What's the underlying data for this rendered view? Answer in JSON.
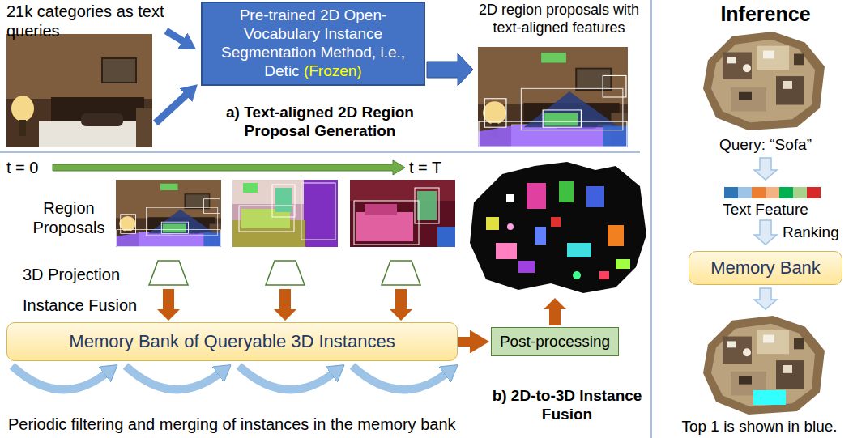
{
  "diagram": {
    "nodes": [
      {
        "text": [
          "Pre-trained 2D Open-Vocabulary Instance Segmentation Method, i.e., Detic",
          "(Frozen)"
        ]
      },
      {
        "text": [
          "Memory Bank of Queryable 3D Instances"
        ]
      },
      {
        "text": [
          "Post-processing"
        ]
      },
      {
        "text": [
          "Memory Bank"
        ]
      }
    ],
    "edges": [
      {
        "from": 1,
        "to": 2,
        "arrow": "to"
      }
    ],
    "labels": [
      "21k categories as text queries",
      "2D region proposals with text-aligned features",
      "a) Text-aligned 2D Region Proposal Generation",
      "Inference",
      "t = 0",
      "t = T",
      "Region Proposals",
      "3D Projection",
      "Instance Fusion",
      "b) 2D-to-3D Instance Fusion",
      "Periodic filtering and merging of instances in the memory bank",
      "Query: “Sofa”",
      "Text Feature",
      "Ranking",
      "Top 1 is shown in blue."
    ]
  }
}
